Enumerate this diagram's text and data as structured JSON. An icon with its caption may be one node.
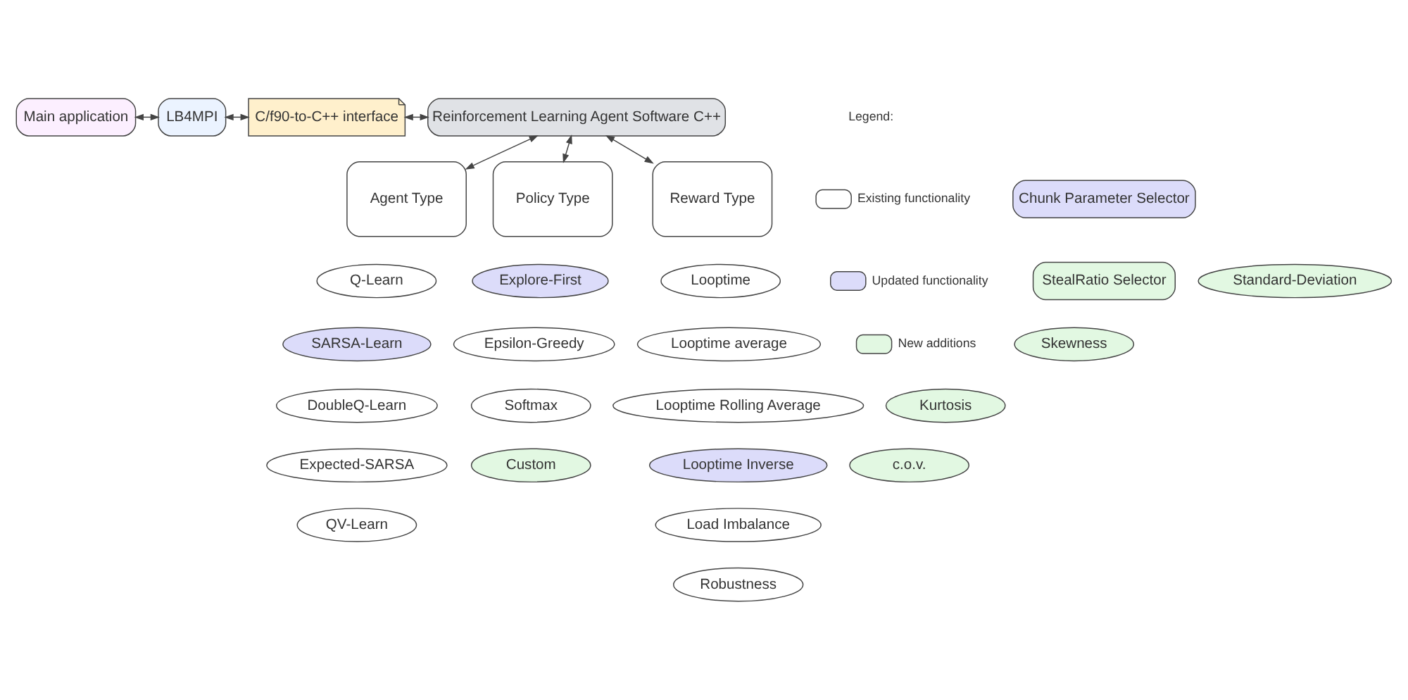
{
  "diagram": {
    "nodes": [
      {
        "text": [
          "Main application"
        ]
      },
      {
        "text": [
          "LB4MPI"
        ]
      },
      {
        "text": [
          "C/f90-to-C++ interface"
        ]
      },
      {
        "text": [
          "Reinforcement Learning Agent Software C++"
        ]
      },
      {
        "text": [
          "Chunk Parameter Selector"
        ]
      },
      {
        "text": [
          "StealRatio Selector"
        ]
      },
      {
        "text": [
          "Agent Type"
        ]
      },
      {
        "text": [
          "Policy Type"
        ]
      },
      {
        "text": [
          "Reward Type"
        ]
      },
      {
        "text": [
          "Q-Learn"
        ]
      },
      {
        "text": [
          "SARSA-Learn"
        ]
      },
      {
        "text": [
          "DoubleQ-Learn"
        ]
      },
      {
        "text": [
          "Expected-SARSA"
        ]
      },
      {
        "text": [
          "QV-Learn"
        ]
      },
      {
        "text": [
          "Explore-First"
        ]
      },
      {
        "text": [
          "Epsilon-Greedy"
        ]
      },
      {
        "text": [
          "Softmax"
        ]
      },
      {
        "text": [
          "Custom"
        ]
      },
      {
        "text": [
          "Looptime"
        ]
      },
      {
        "text": [
          "Looptime average"
        ]
      },
      {
        "text": [
          "Looptime Rolling Average"
        ]
      },
      {
        "text": [
          "Looptime Inverse"
        ]
      },
      {
        "text": [
          "Load Imbalance"
        ]
      },
      {
        "text": [
          "Robustness"
        ]
      },
      {
        "text": [
          "Standard-Deviation"
        ]
      },
      {
        "text": [
          "Skewness"
        ]
      },
      {
        "text": [
          "Kurtosis"
        ]
      },
      {
        "text": [
          "c.o.v."
        ]
      }
    ],
    "edges": [
      {
        "from": 0,
        "to": 1,
        "arrow": "both"
      },
      {
        "from": 1,
        "to": 2,
        "arrow": "both"
      },
      {
        "from": 2,
        "to": 3,
        "arrow": "both"
      },
      {
        "from": 3,
        "to": 6,
        "arrow": "both"
      },
      {
        "from": 3,
        "to": 7,
        "arrow": "both"
      },
      {
        "from": 3,
        "to": 8,
        "arrow": "both"
      }
    ],
    "labels": [
      "Legend:"
    ],
    "legend": [
      {
        "text": "Existing functionality",
        "color": "#ffffff"
      },
      {
        "text": "Updated functionality",
        "color": "#dcdcfa"
      },
      {
        "text": "New additions",
        "color": "#e2f8e2"
      }
    ]
  }
}
